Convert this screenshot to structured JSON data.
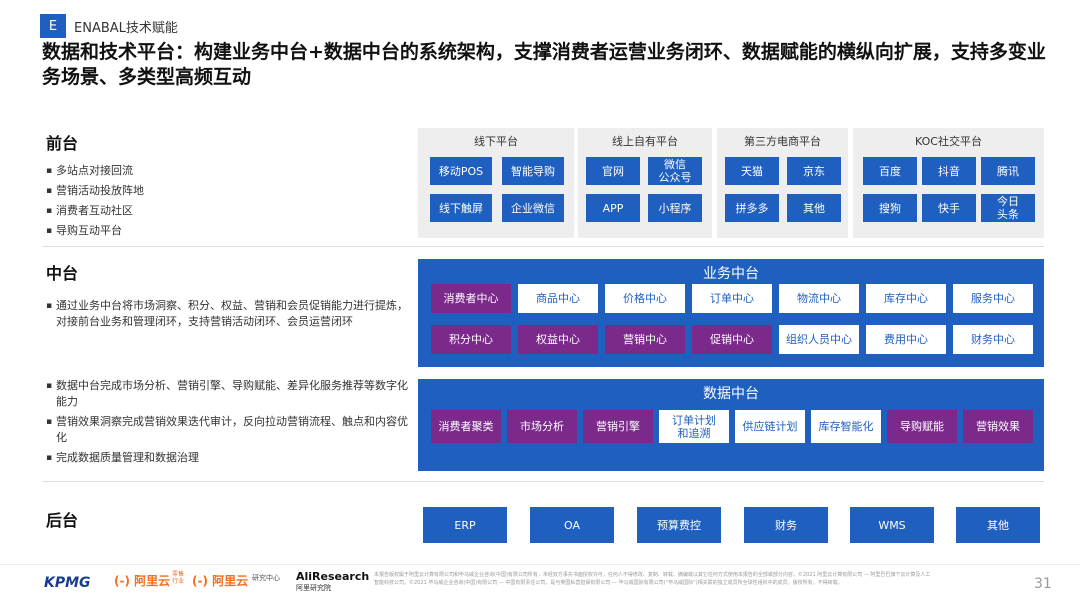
{
  "header": {
    "section_letter": "E",
    "section_name": "ENABAL技术赋能",
    "title": "数据和技术平台：构建业务中台+数据中台的系统架构，支撑消费者运营业务闭环、数据赋能的横纵向扩展，支持多变业务场景、多类型高频互动"
  },
  "front": {
    "label": "前台",
    "bullets": [
      "多站点对接回流",
      "营销活动投放阵地",
      "消费者互动社区",
      "导购互动平台"
    ],
    "groups": [
      {
        "title": "线下平台",
        "tiles": [
          "移动POS",
          "智能导购",
          "线下触屏",
          "企业微信"
        ]
      },
      {
        "title": "线上自有平台",
        "tiles": [
          "官网",
          "微信\n公众号",
          "APP",
          "小程序"
        ]
      },
      {
        "title": "第三方电商平台",
        "tiles": [
          "天猫",
          "京东",
          "拼多多",
          "其他"
        ]
      },
      {
        "title": "KOC社交平台",
        "tiles": [
          "百度",
          "抖音",
          "腾讯",
          "搜狗",
          "快手",
          "今日\n头条"
        ]
      }
    ]
  },
  "middle": {
    "label": "中台",
    "business_bullets": [
      "通过业务中台将市场洞察、积分、权益、营销和会员促销能力进行提炼，对接前台业务和管理闭环，支持营销活动闭环、会员运营闭环"
    ],
    "data_bullets": [
      "数据中台完成市场分析、营销引擎、导购赋能、差异化服务推荐等数字化能力",
      "营销效果洞察完成营销效果迭代审计，反向拉动营销流程、触点和内容优化",
      "完成数据质量管理和数据治理"
    ],
    "business_title": "业务中台",
    "business_row1": [
      "消费者中心",
      "商品中心",
      "价格中心",
      "订单中心",
      "物流中心",
      "库存中心",
      "服务中心"
    ],
    "business_row2": [
      "积分中心",
      "权益中心",
      "营销中心",
      "促销中心",
      "组织人员中心",
      "费用中心",
      "财务中心"
    ],
    "data_title": "数据中台",
    "data_row": [
      "消费者聚类",
      "市场分析",
      "营销引擎",
      "订单计划\n和追溯",
      "供应链计划",
      "库存智能化",
      "导购赋能",
      "营销效果"
    ]
  },
  "back": {
    "label": "后台",
    "tiles": [
      "ERP",
      "OA",
      "预算费控",
      "财务",
      "WMS",
      "其他"
    ]
  },
  "footer": {
    "logo_kpmg": "KPMG",
    "logo_aliyun1": "(-) 阿里云",
    "logo_aliyun1_sub": "零售\n行业",
    "logo_aliyun2": "(-) 阿里云",
    "logo_aliyun2_sub": "研究中心",
    "logo_aliresearch": "AliResearch",
    "logo_aliresearch_sub": "阿里研究院",
    "fine_print": "本报告版权属于阿里云计算有限公司和毕马威企业咨询(中国)有限公司所有，未经双方事先书面授权许可，任何人不得修改、复制、转载、摘编或以其它任何方式使用本报告的全部或部分内容。©2021 阿里云计算有限公司 — 阿里巴巴旗下云计算及人工智能科技公司。©2021 毕马威企业咨询(中国)有限公司 — 中国有限责任公司，是与英国私营担保有限公司 — 毕马威国际有限公司(“毕马威国际”)相关联的独立成员所全球性组织中的成员。版权所有，不得转载。",
    "page_number": "31"
  },
  "colors": {
    "brand_blue": "#1f5fbf",
    "purple": "#7b2a8c",
    "gray_bg": "#eeeeee"
  }
}
